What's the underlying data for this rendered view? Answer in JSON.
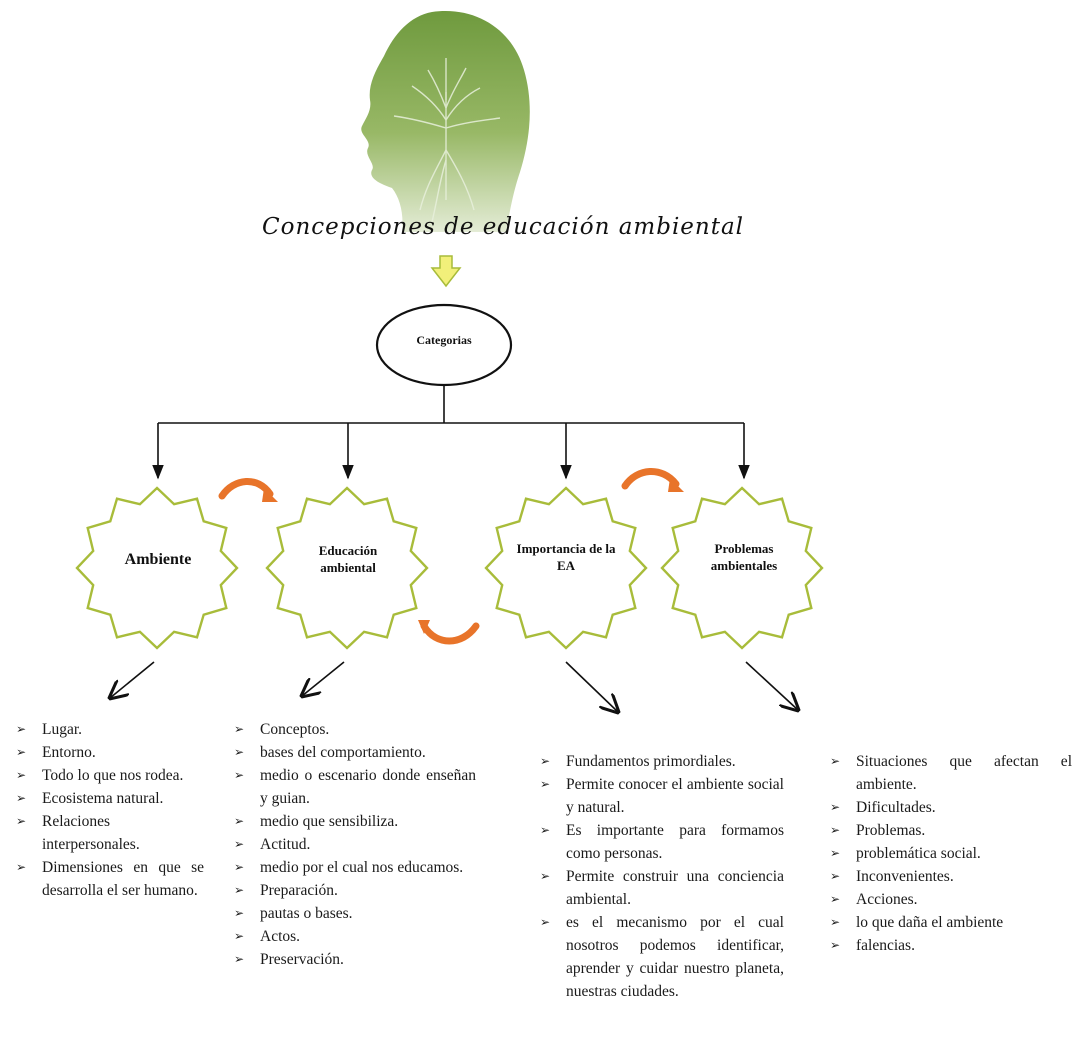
{
  "title": "Concepciones de educación ambiental",
  "center_node": {
    "label": "Categorias"
  },
  "categories": [
    {
      "label": "Ambiente",
      "items": [
        "Lugar.",
        "Entorno.",
        "Todo lo que nos rodea.",
        "Ecosistema natural.",
        "Relaciones interpersonales.",
        "Dimensiones en que se desarrolla el ser humano."
      ]
    },
    {
      "label": "Educación ambiental",
      "items": [
        "Conceptos.",
        "bases del comportamiento.",
        "medio o escenario donde enseñan y guian.",
        "medio que sensibiliza.",
        "Actitud.",
        "medio por el cual nos educamos.",
        "Preparación.",
        "pautas o bases.",
        "Actos.",
        "Preservación."
      ]
    },
    {
      "label": "Importancia de la EA",
      "items": [
        "Fundamentos primordiales.",
        "Permite conocer el ambiente social y natural.",
        "Es importante para formamos como personas.",
        "Permite construir una conciencia ambiental.",
        "es el mecanismo por el cual nosotros podemos identificar, aprender y cuidar nuestro planeta, nuestras ciudades."
      ]
    },
    {
      "label": "Problemas ambientales",
      "items": [
        "Situaciones que afectan el ambiente.",
        "Dificultades.",
        "Problemas.",
        "problemática social.",
        "Inconvenientes.",
        "Acciones.",
        "lo que daña el ambiente",
        "falencias."
      ]
    }
  ],
  "colors": {
    "star_stroke": "#a8bc3a",
    "cycle_arrow": "#e8742a",
    "head": "#7ea04a",
    "down_arrow_fill": "#f2f07a",
    "down_arrow_stroke": "#a8bc3a",
    "ink": "#111111"
  }
}
